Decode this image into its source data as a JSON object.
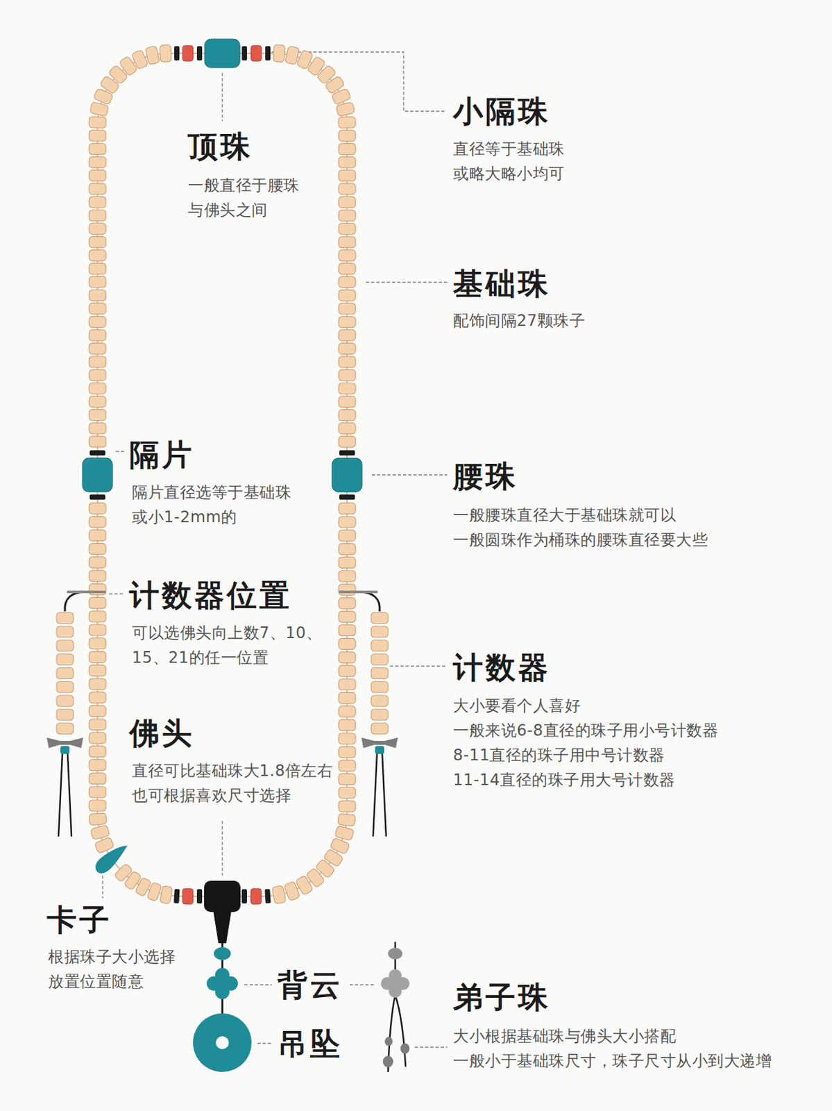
{
  "diagram": {
    "labels": [
      "小隔珠",
      "直径等于基础珠 或略大略小均可",
      "顶珠",
      "一般直径于腰珠 与佛头之间",
      "基础珠",
      "配饰间隔27颗珠子",
      "隔片",
      "隔片直径选等于基础珠 或小1-2mm的",
      "腰珠",
      "一般腰珠直径大于基础珠就可以 一般圆珠作为桶珠的腰珠直径要大些",
      "计数器位置",
      "可以选佛头向上数7、10、 15、21的任一位置",
      "计数器",
      "大小要看个人喜好 一般来说6-8直径的珠子用小号计数器 8-11直径的珠子用中号计数器 11-14直径的珠子用大号计数器",
      "佛头",
      "直径可比基础珠大1.8倍左右 也可根据喜欢尺寸选择",
      "卡子",
      "根据珠子大小选择 放置位置随意",
      "背云",
      "弟子珠",
      "大小根据基础珠与佛头大小搭配 一般小于基础珠尺寸，珠子尺寸从小到大递增",
      "吊坠"
    ]
  }
}
